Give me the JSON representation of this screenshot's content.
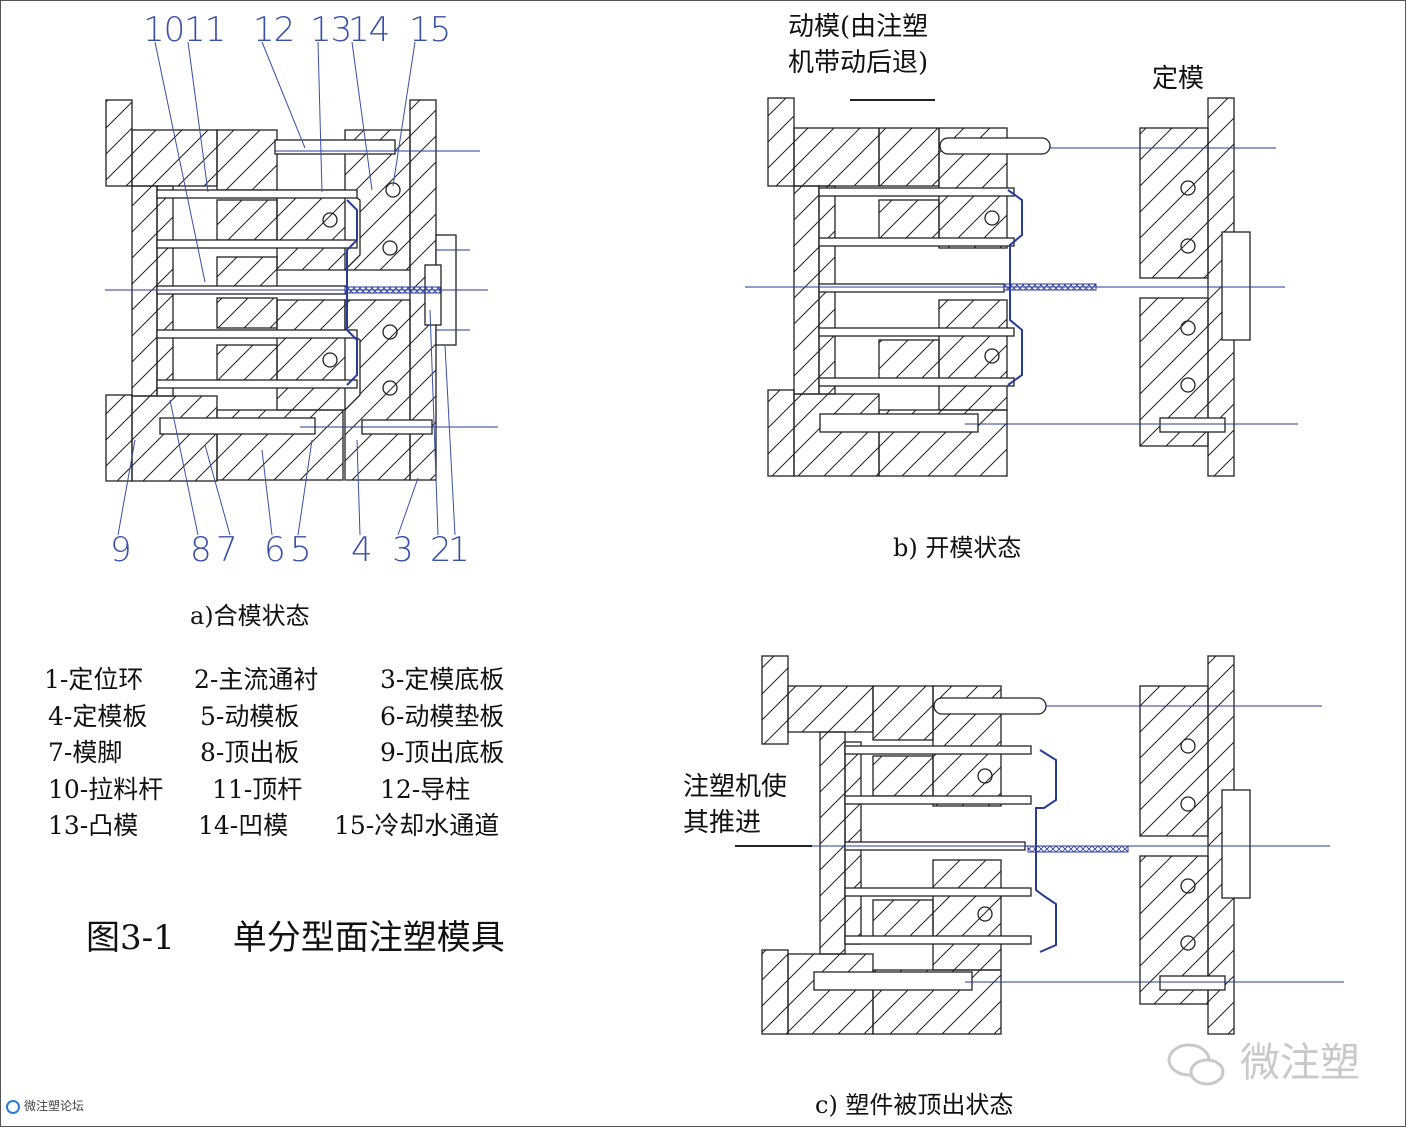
{
  "figure": {
    "title_prefix": "图3-1",
    "title_text": "单分型面注塑模具"
  },
  "panel_a": {
    "caption": "a)合模状态",
    "top_numbers": [
      "10",
      "11",
      "12",
      "13",
      "14",
      "15"
    ],
    "bottom_numbers": [
      "9",
      "8",
      "7",
      "6",
      "5",
      "4",
      "3",
      "2",
      "1"
    ]
  },
  "panel_b": {
    "caption": "b) 开模状态",
    "moving_label_line1": "动模(由注塑",
    "moving_label_line2": "机带动后退)",
    "fixed_label": "定模"
  },
  "panel_c": {
    "caption": "c) 塑件被顶出状态",
    "push_label_line1": "注塑机使",
    "push_label_line2": "其推进"
  },
  "legend": [
    [
      "1-定位环",
      "2-主流通衬",
      "3-定模底板"
    ],
    [
      "4-定模板",
      "5-动模板",
      "6-动模垫板"
    ],
    [
      "7-模脚",
      "8-顶出板",
      "9-顶出底板"
    ],
    [
      "10-拉料杆",
      "11-顶杆",
      "12-导柱"
    ],
    [
      "13-凸模",
      "14-凹模",
      "15-冷却水通道"
    ]
  ],
  "watermark": "微注塑",
  "site_logo": "微注塑论坛",
  "colors": {
    "outline": "#222222",
    "centerline": "#2a3a9a",
    "number": "#3a4fa8"
  }
}
